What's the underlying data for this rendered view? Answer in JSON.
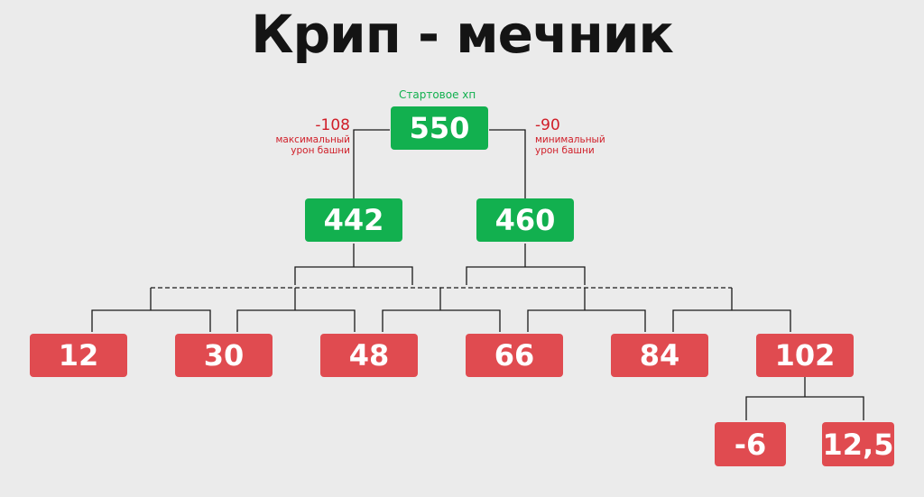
{
  "title": "Крип - мечник",
  "root": {
    "caption": "Стартовое хп",
    "value": "550"
  },
  "damage": {
    "max": {
      "value": "-108",
      "line1": "максимальный",
      "line2": "урон башни"
    },
    "min": {
      "value": "-90",
      "line1": "минимальный",
      "line2": "урон башни"
    }
  },
  "level2": [
    "442",
    "460"
  ],
  "level3": [
    "12",
    "30",
    "48",
    "66",
    "84",
    "102"
  ],
  "level4": [
    "-6",
    "12,5"
  ],
  "colors": {
    "background": "#ebebeb",
    "green": "#12b04f",
    "red": "#e04b50",
    "annotation": "#d01e28",
    "title": "#141414",
    "line": "#1a1a1a"
  }
}
